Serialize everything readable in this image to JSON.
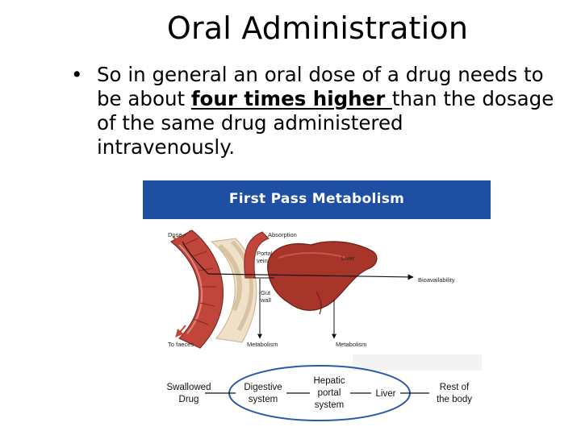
{
  "slide": {
    "title": "Oral Administration",
    "bullet_symbol": "•",
    "bullet_line1": "So in general an oral dose of a drug needs to",
    "bullet_line2_pre": "be about ",
    "bullet_emphasis": "four times higher ",
    "bullet_line2_post": "than the dosage",
    "bullet_line3": "of the same drug administered",
    "bullet_line4": "intravenously."
  },
  "figure": {
    "banner_title": "First Pass Metabolism",
    "labels": {
      "dose": "Dose",
      "absorption": "Absorption",
      "portal_vein_1": "Portal",
      "portal_vein_2": "vein",
      "liver": "Liver",
      "gut_wall_1": "Gut",
      "gut_wall_2": "wall",
      "bioavailability": "Bioavailability",
      "to_faeces": "To faeces",
      "metabolism_left": "Metabolism",
      "metabolism_right": "Metabolism"
    },
    "flow": {
      "swallowed_1": "Swallowed",
      "swallowed_2": "Drug",
      "digestive_1": "Digestive",
      "digestive_2": "system",
      "hepatic_1": "Hepatic",
      "hepatic_2": "portal",
      "hepatic_3": "system",
      "liver": "Liver",
      "rest_1": "Rest of",
      "rest_2": "the body"
    },
    "colors": {
      "banner": "#1e4fa2",
      "liver": "#a8352a",
      "intestine": "#c0463c",
      "arrow": "#2d5aa8"
    }
  }
}
